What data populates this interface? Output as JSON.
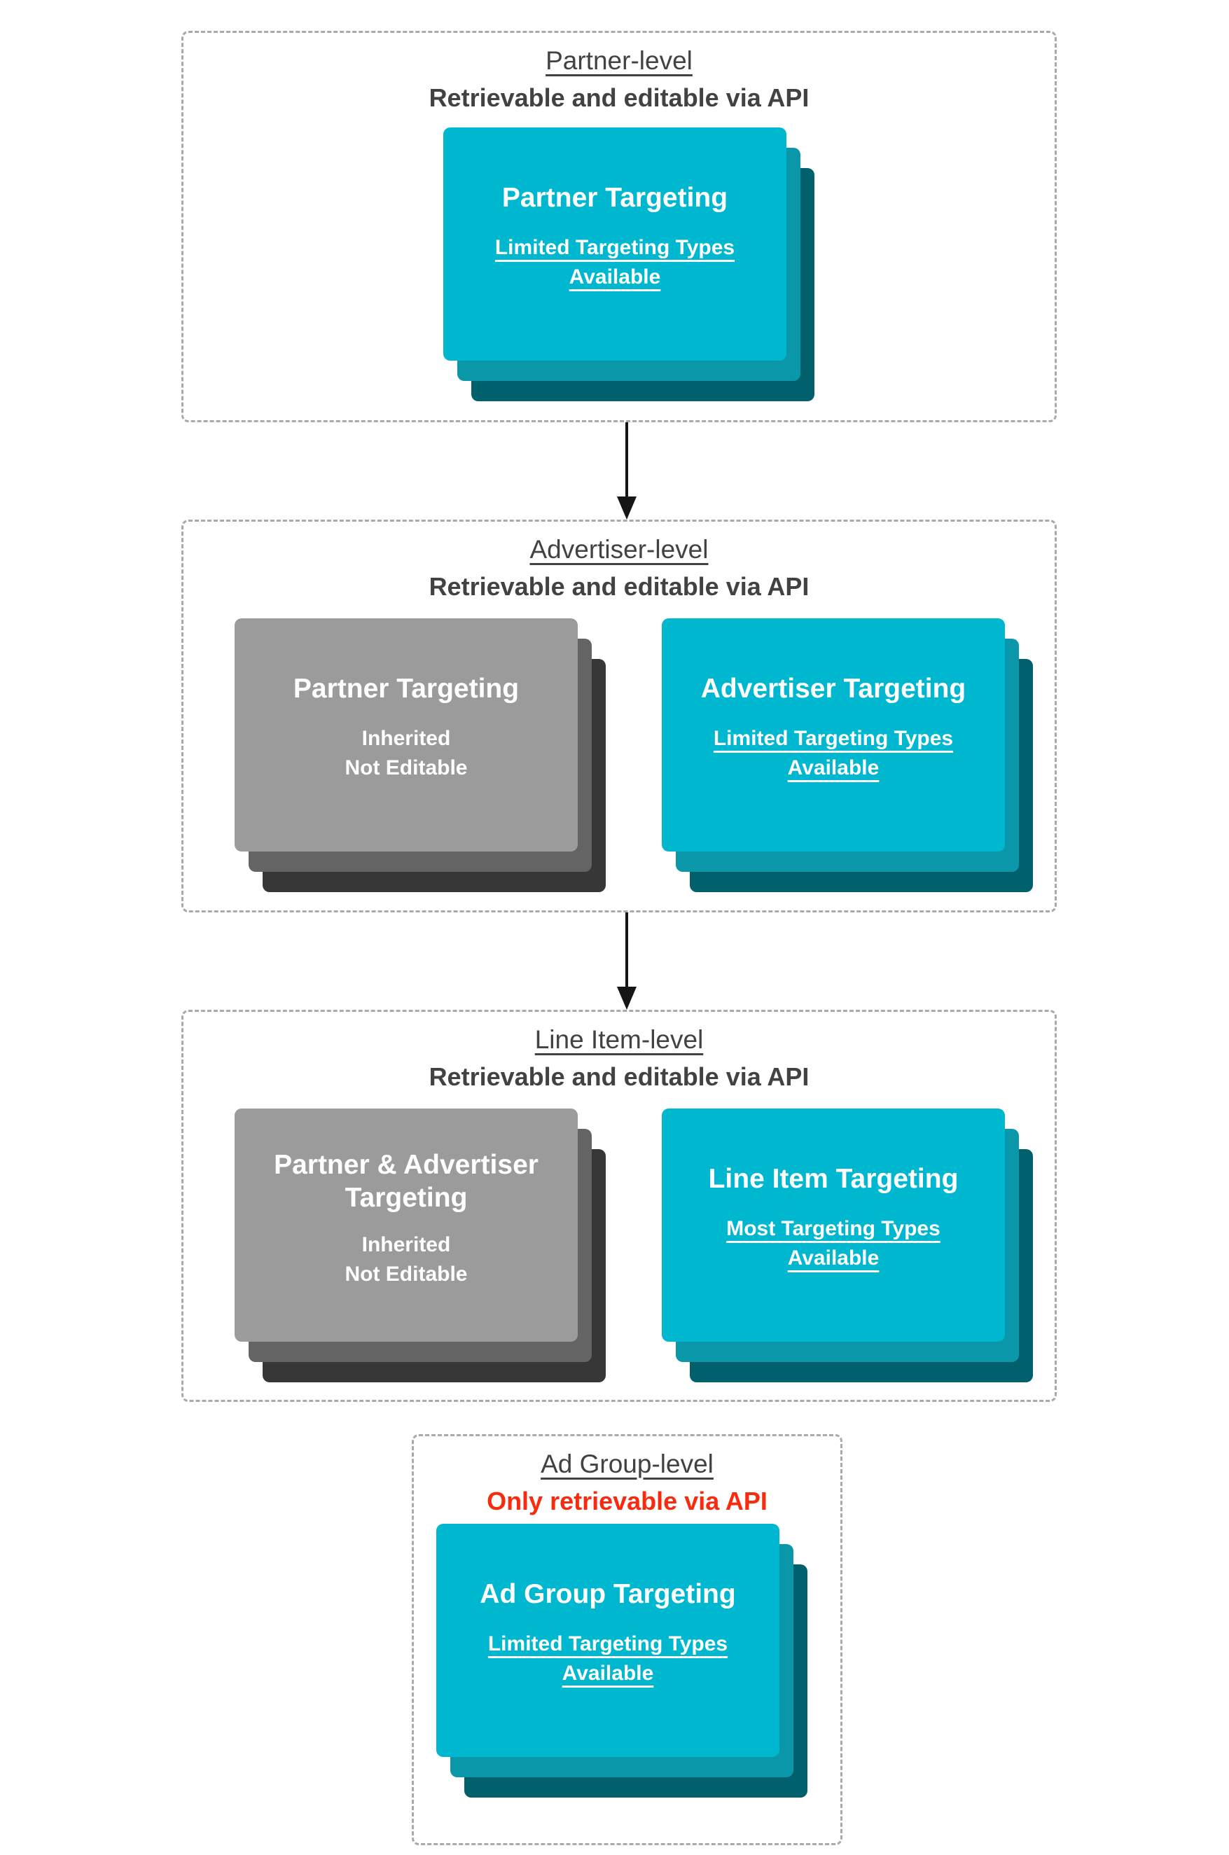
{
  "theme": {
    "card_cyan": "#00b7d0",
    "card_cyan_mid": "#0a97aa",
    "card_cyan_dark": "#00606b",
    "card_gray": "#9b9b9b",
    "card_gray_mid": "#646464",
    "card_gray_dark": "#373737",
    "heading_text": "#424242",
    "alert_red": "#f92b0e",
    "border_gray": "#a9a9a9",
    "arrow_black": "#161616",
    "card_text": "#ffffff"
  },
  "sections": [
    {
      "title": "Partner-level",
      "subtitle": "Retrievable and editable via API",
      "cards": [
        {
          "style": "cyan",
          "title": "Partner Targeting",
          "sub": [
            "Limited Targeting Types",
            "Available"
          ]
        }
      ]
    },
    {
      "title": "Advertiser-level",
      "subtitle": "Retrievable and editable via API",
      "cards": [
        {
          "style": "gray",
          "title": "Partner Targeting",
          "sub": [
            "Inherited",
            "Not Editable"
          ]
        },
        {
          "style": "cyan",
          "title": "Advertiser Targeting",
          "sub": [
            "Limited Targeting Types",
            "Available"
          ]
        }
      ]
    },
    {
      "title": "Line Item-level",
      "subtitle": "Retrievable and editable via API",
      "cards": [
        {
          "style": "gray",
          "title": "Partner & Advertiser Targeting",
          "sub": [
            "Inherited",
            "Not Editable"
          ]
        },
        {
          "style": "cyan",
          "title": "Line Item Targeting",
          "sub": [
            "Most Targeting Types",
            "Available"
          ]
        }
      ]
    },
    {
      "title": "Ad Group-level",
      "subtitle": "Only retrievable via API",
      "subtitle_color": "red",
      "cards": [
        {
          "style": "cyan",
          "title": "Ad Group Targeting",
          "sub": [
            "Limited Targeting Types",
            "Available"
          ]
        }
      ]
    }
  ],
  "arrows": [
    {
      "from": "Partner-level",
      "to": "Advertiser-level"
    },
    {
      "from": "Advertiser-level",
      "to": "Line Item-level"
    }
  ]
}
